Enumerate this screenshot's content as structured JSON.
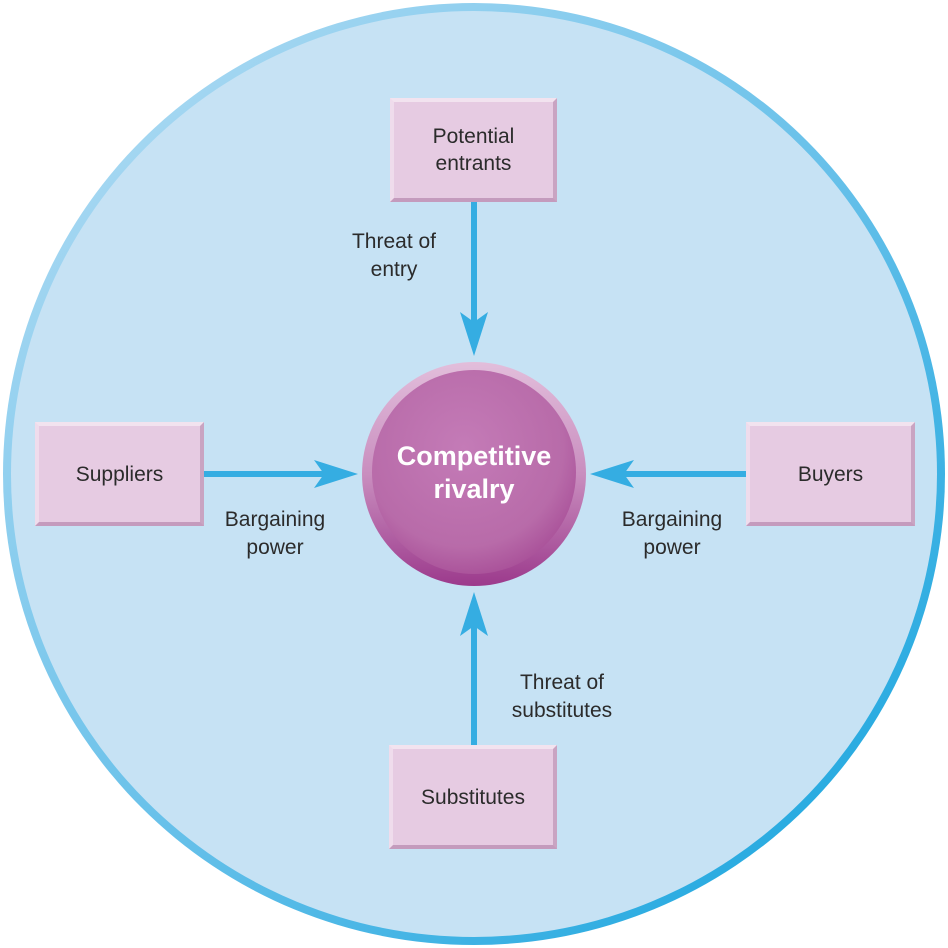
{
  "center": {
    "lines": [
      "Competitive",
      "rivalry"
    ]
  },
  "forces": {
    "top": {
      "box_lines": [
        "Potential",
        "entrants"
      ],
      "label_lines": [
        "Threat of",
        "entry"
      ]
    },
    "left": {
      "box_lines": [
        "Suppliers"
      ],
      "label_lines": [
        "Bargaining",
        "power"
      ]
    },
    "right": {
      "box_lines": [
        "Buyers"
      ],
      "label_lines": [
        "Bargaining",
        "power"
      ]
    },
    "bottom": {
      "box_lines": [
        "Substitutes"
      ],
      "label_lines": [
        "Threat of",
        "substitutes"
      ]
    }
  },
  "colors": {
    "circle_fill": "#c6e2f4",
    "circle_border": "#2aa3dc",
    "arrow": "#35ade2",
    "hub": "#b56aa9",
    "box_fill": "#e6cbe2"
  }
}
